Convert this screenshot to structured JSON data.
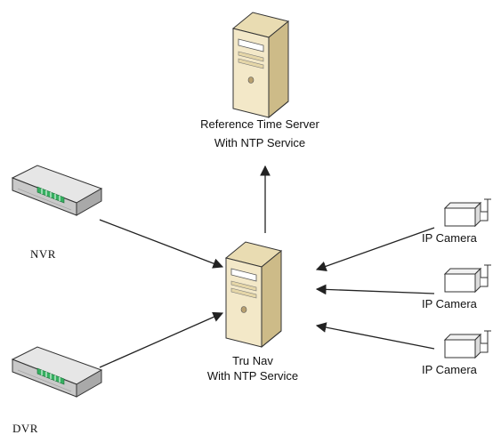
{
  "nodes": {
    "reference_server": {
      "label_line1": "Reference Time Server",
      "label_line2": "With NTP Service",
      "icon": "tower-server-icon"
    },
    "trunav": {
      "label_line1": "Tru Nav",
      "label_line2": "With NTP Service",
      "icon": "tower-server-icon"
    },
    "nvr": {
      "label": "NVR",
      "icon": "recorder-device-icon"
    },
    "dvr": {
      "label": "DVR",
      "icon": "recorder-device-icon"
    },
    "cameras": [
      {
        "label": "IP Camera",
        "icon": "ip-camera-icon"
      },
      {
        "label": "IP Camera",
        "icon": "ip-camera-icon"
      },
      {
        "label": "IP Camera",
        "icon": "ip-camera-icon"
      }
    ]
  },
  "colors": {
    "server_body": "#f1e5c4",
    "server_side": "#d8c89c",
    "device_body": "#d9d9d9",
    "device_led": "#35b060",
    "line": "#222222"
  }
}
